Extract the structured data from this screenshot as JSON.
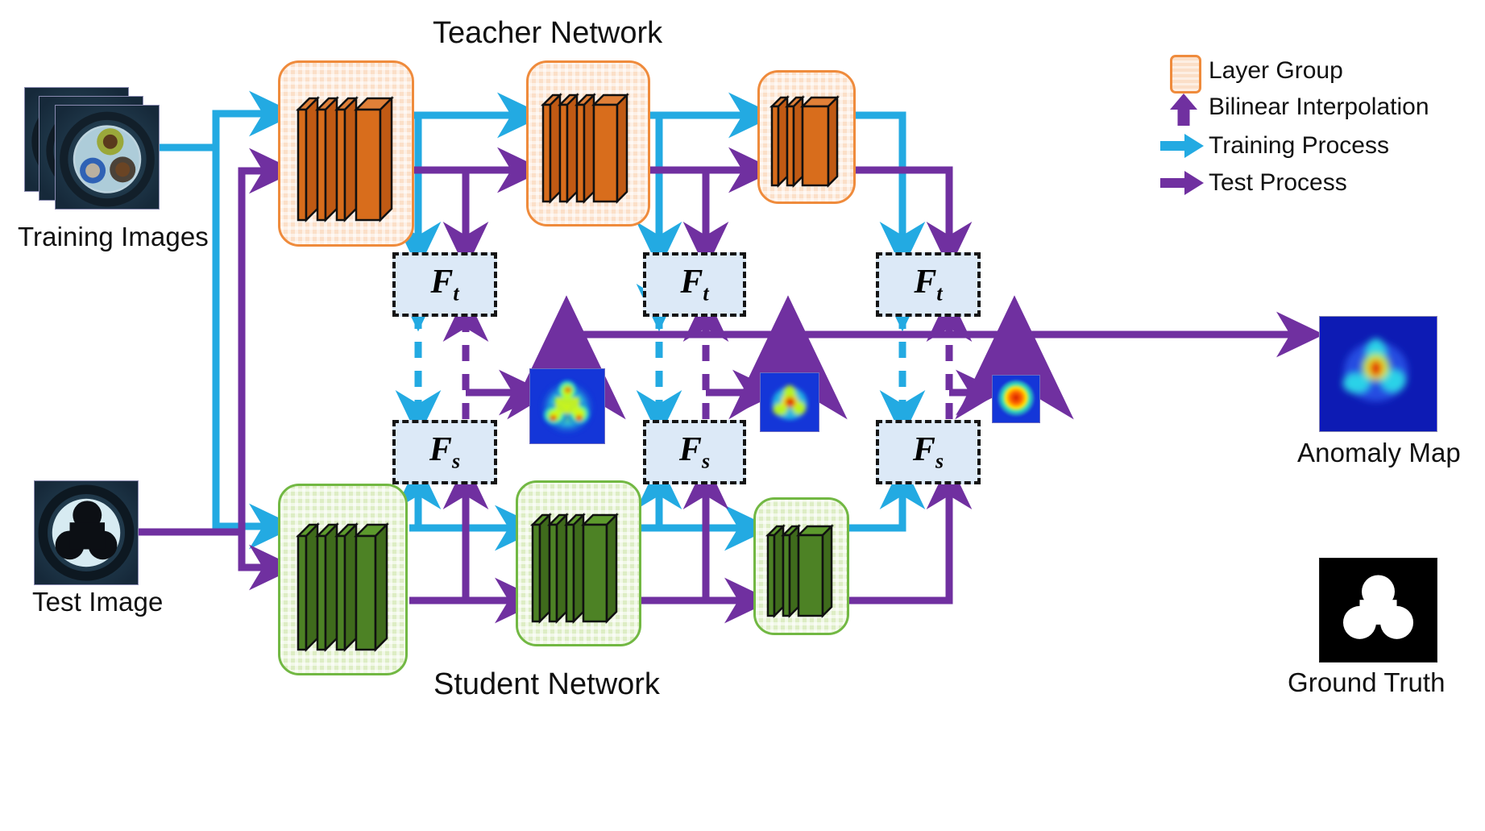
{
  "figure": {
    "type": "architecture-diagram",
    "titles": {
      "teacher": "Teacher Network",
      "student": "Student Network"
    },
    "inputs": [
      {
        "id": "training-images",
        "label": "Training Images",
        "kind": "stacked-photo",
        "count": 3,
        "subject": "cable cross-section with three insulated wires"
      },
      {
        "id": "test-image",
        "label": "Test Image",
        "kind": "photo",
        "subject": "cable cross-section with three dark anomalous wires"
      }
    ],
    "outputs": [
      {
        "id": "anomaly-map",
        "label": "Anomaly Map",
        "kind": "jet-heatmap",
        "pattern": "trefoil with red hot centre"
      },
      {
        "id": "ground-truth",
        "label": "Ground Truth",
        "kind": "binary-mask",
        "pattern": "three white circles on black"
      }
    ],
    "legend": {
      "items": [
        {
          "icon": "layer-group-swatch",
          "label": "Layer Group",
          "color": "#ef8b3c"
        },
        {
          "icon": "up-arrow-icon",
          "label": "Bilinear Interpolation",
          "color": "#7030a0"
        },
        {
          "icon": "right-arrow-icon",
          "label": "Training Process",
          "color": "#23aae2"
        },
        {
          "icon": "right-arrow-icon",
          "label": "Test Process",
          "color": "#7030a0"
        }
      ]
    },
    "teacher_stages": [
      {
        "index": 1,
        "slabs": 4,
        "fill": "#c05a14",
        "face": "#d86d1c"
      },
      {
        "index": 2,
        "slabs": 4,
        "fill": "#c05a14",
        "face": "#d86d1c"
      },
      {
        "index": 3,
        "slabs": 3,
        "fill": "#c05a14",
        "face": "#d86d1c"
      }
    ],
    "student_stages": [
      {
        "index": 1,
        "slabs": 4,
        "fill": "#3f6b1c",
        "face": "#4d8225"
      },
      {
        "index": 2,
        "slabs": 4,
        "fill": "#3f6b1c",
        "face": "#4d8225"
      },
      {
        "index": 3,
        "slabs": 3,
        "fill": "#3f6b1c",
        "face": "#4d8225"
      }
    ],
    "feature_nodes": {
      "teacher": [
        {
          "id": "ft-1",
          "text": "F",
          "sub": "t"
        },
        {
          "id": "ft-2",
          "text": "F",
          "sub": "t"
        },
        {
          "id": "ft-3",
          "text": "F",
          "sub": "t"
        }
      ],
      "student": [
        {
          "id": "fs-1",
          "text": "F",
          "sub": "s"
        },
        {
          "id": "fs-2",
          "text": "F",
          "sub": "s"
        },
        {
          "id": "fs-3",
          "text": "F",
          "sub": "s"
        }
      ]
    },
    "scale_maps": [
      {
        "id": "scale-map-1",
        "size": "large",
        "desc": "broad yellow trefoil anomaly response"
      },
      {
        "id": "scale-map-2",
        "size": "medium",
        "desc": "compact trefoil with red core"
      },
      {
        "id": "scale-map-3",
        "size": "small",
        "desc": "single red blob"
      }
    ],
    "colors": {
      "training_process": "#23aae2",
      "test_process": "#7030a0",
      "teacher_group_border": "#ef8b3c",
      "teacher_group_fill": "#fbdfc8",
      "student_group_border": "#72b843",
      "student_group_fill": "#ddedc4",
      "teacher_slab": "#c05a14",
      "student_slab": "#3f6b1c",
      "feature_box_fill": "#dce9f7",
      "feature_box_border": "#151515"
    }
  }
}
